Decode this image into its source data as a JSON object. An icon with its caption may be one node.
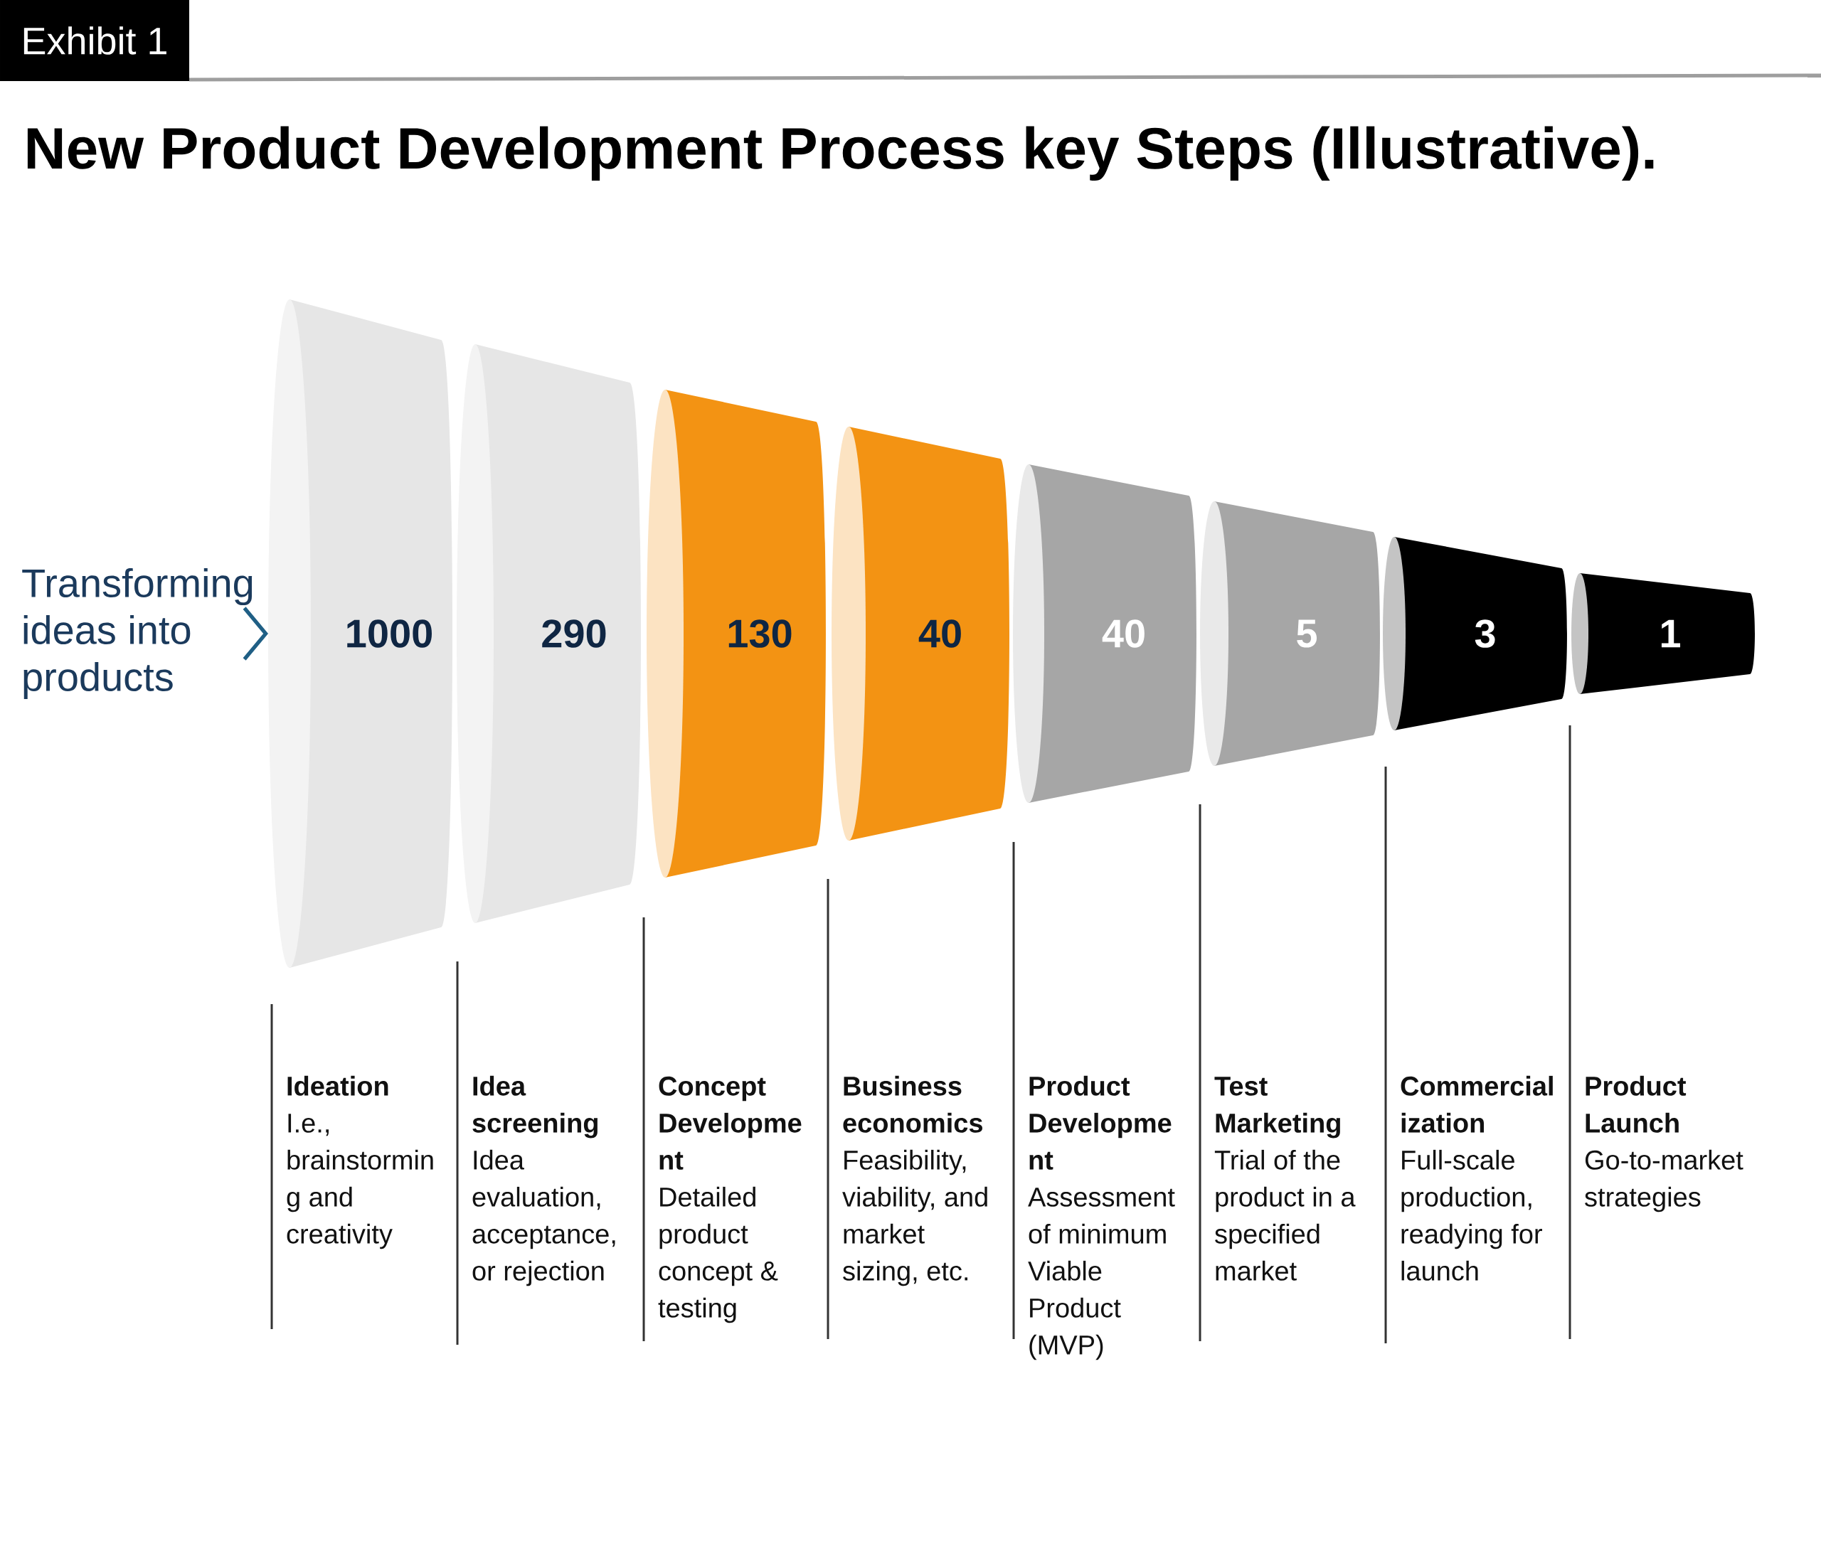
{
  "diagram": {
    "title": "New Product Development Process key Steps (Illustrative).",
    "nodes": [
      {
        "text": [
          "Transforming ideas into products"
        ]
      },
      {
        "text": [
          "1000"
        ],
        "beside": [
          "Ideation",
          "I.e., brainstormin g and creativity"
        ]
      },
      {
        "text": [
          "290"
        ],
        "beside": [
          "Idea screening",
          "Idea evaluation, acceptance, or rejection"
        ]
      },
      {
        "text": [
          "130"
        ],
        "beside": [
          "Concept Developme nt",
          "Detailed product concept & testing"
        ]
      },
      {
        "text": [
          "40"
        ],
        "beside": [
          "Business economics",
          "Feasibility, viability, and market sizing, etc."
        ]
      },
      {
        "text": [
          "40"
        ],
        "beside": [
          "Product Developme nt",
          "Assessment of minimum Viable Product (MVP)"
        ]
      },
      {
        "text": [
          "5"
        ],
        "beside": [
          "Test Marketing",
          "Trial of the product in a specified market"
        ]
      },
      {
        "text": [
          "3"
        ],
        "beside": [
          "Commercial ization",
          "Full-scale production, readying for launch"
        ]
      },
      {
        "text": [
          "1"
        ],
        "beside": [
          "Product Launch",
          "Go-to-market strategies"
        ]
      }
    ],
    "edges": [
      {
        "from": 0,
        "to": 1,
        "arrow": "to"
      }
    ],
    "labels": [
      "Exhibit 1"
    ]
  }
}
